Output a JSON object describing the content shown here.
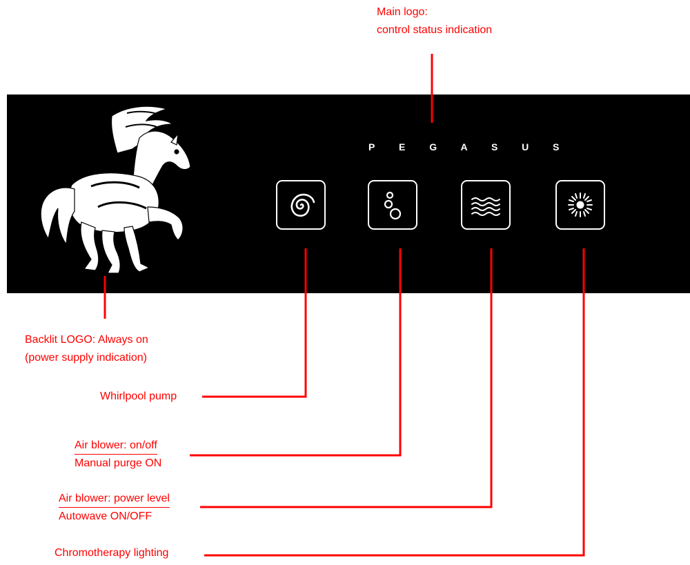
{
  "brand_name": "P E G A S U S",
  "labels": {
    "main_logo_line1": "Main logo:",
    "main_logo_line2": "control status indication",
    "backlit_line1": "Backlit LOGO: Always on",
    "backlit_line2": "(power supply indication)",
    "whirlpool": "Whirlpool pump",
    "air_onoff": "Air blower: on/off",
    "manual_purge": "Manual purge ON",
    "air_power": "Air blower: power level",
    "autowave": "Autowave ON/OFF",
    "chromotherapy": "Chromotherapy lighting"
  },
  "buttons": [
    {
      "name": "whirlpool-pump",
      "icon": "spiral-icon"
    },
    {
      "name": "air-blower",
      "icon": "bubbles-icon"
    },
    {
      "name": "autowave",
      "icon": "waves-icon"
    },
    {
      "name": "chromotherapy",
      "icon": "sun-icon"
    }
  ],
  "colors": {
    "panel": "#000000",
    "annotation": "#ff0000",
    "icon": "#ffffff"
  }
}
